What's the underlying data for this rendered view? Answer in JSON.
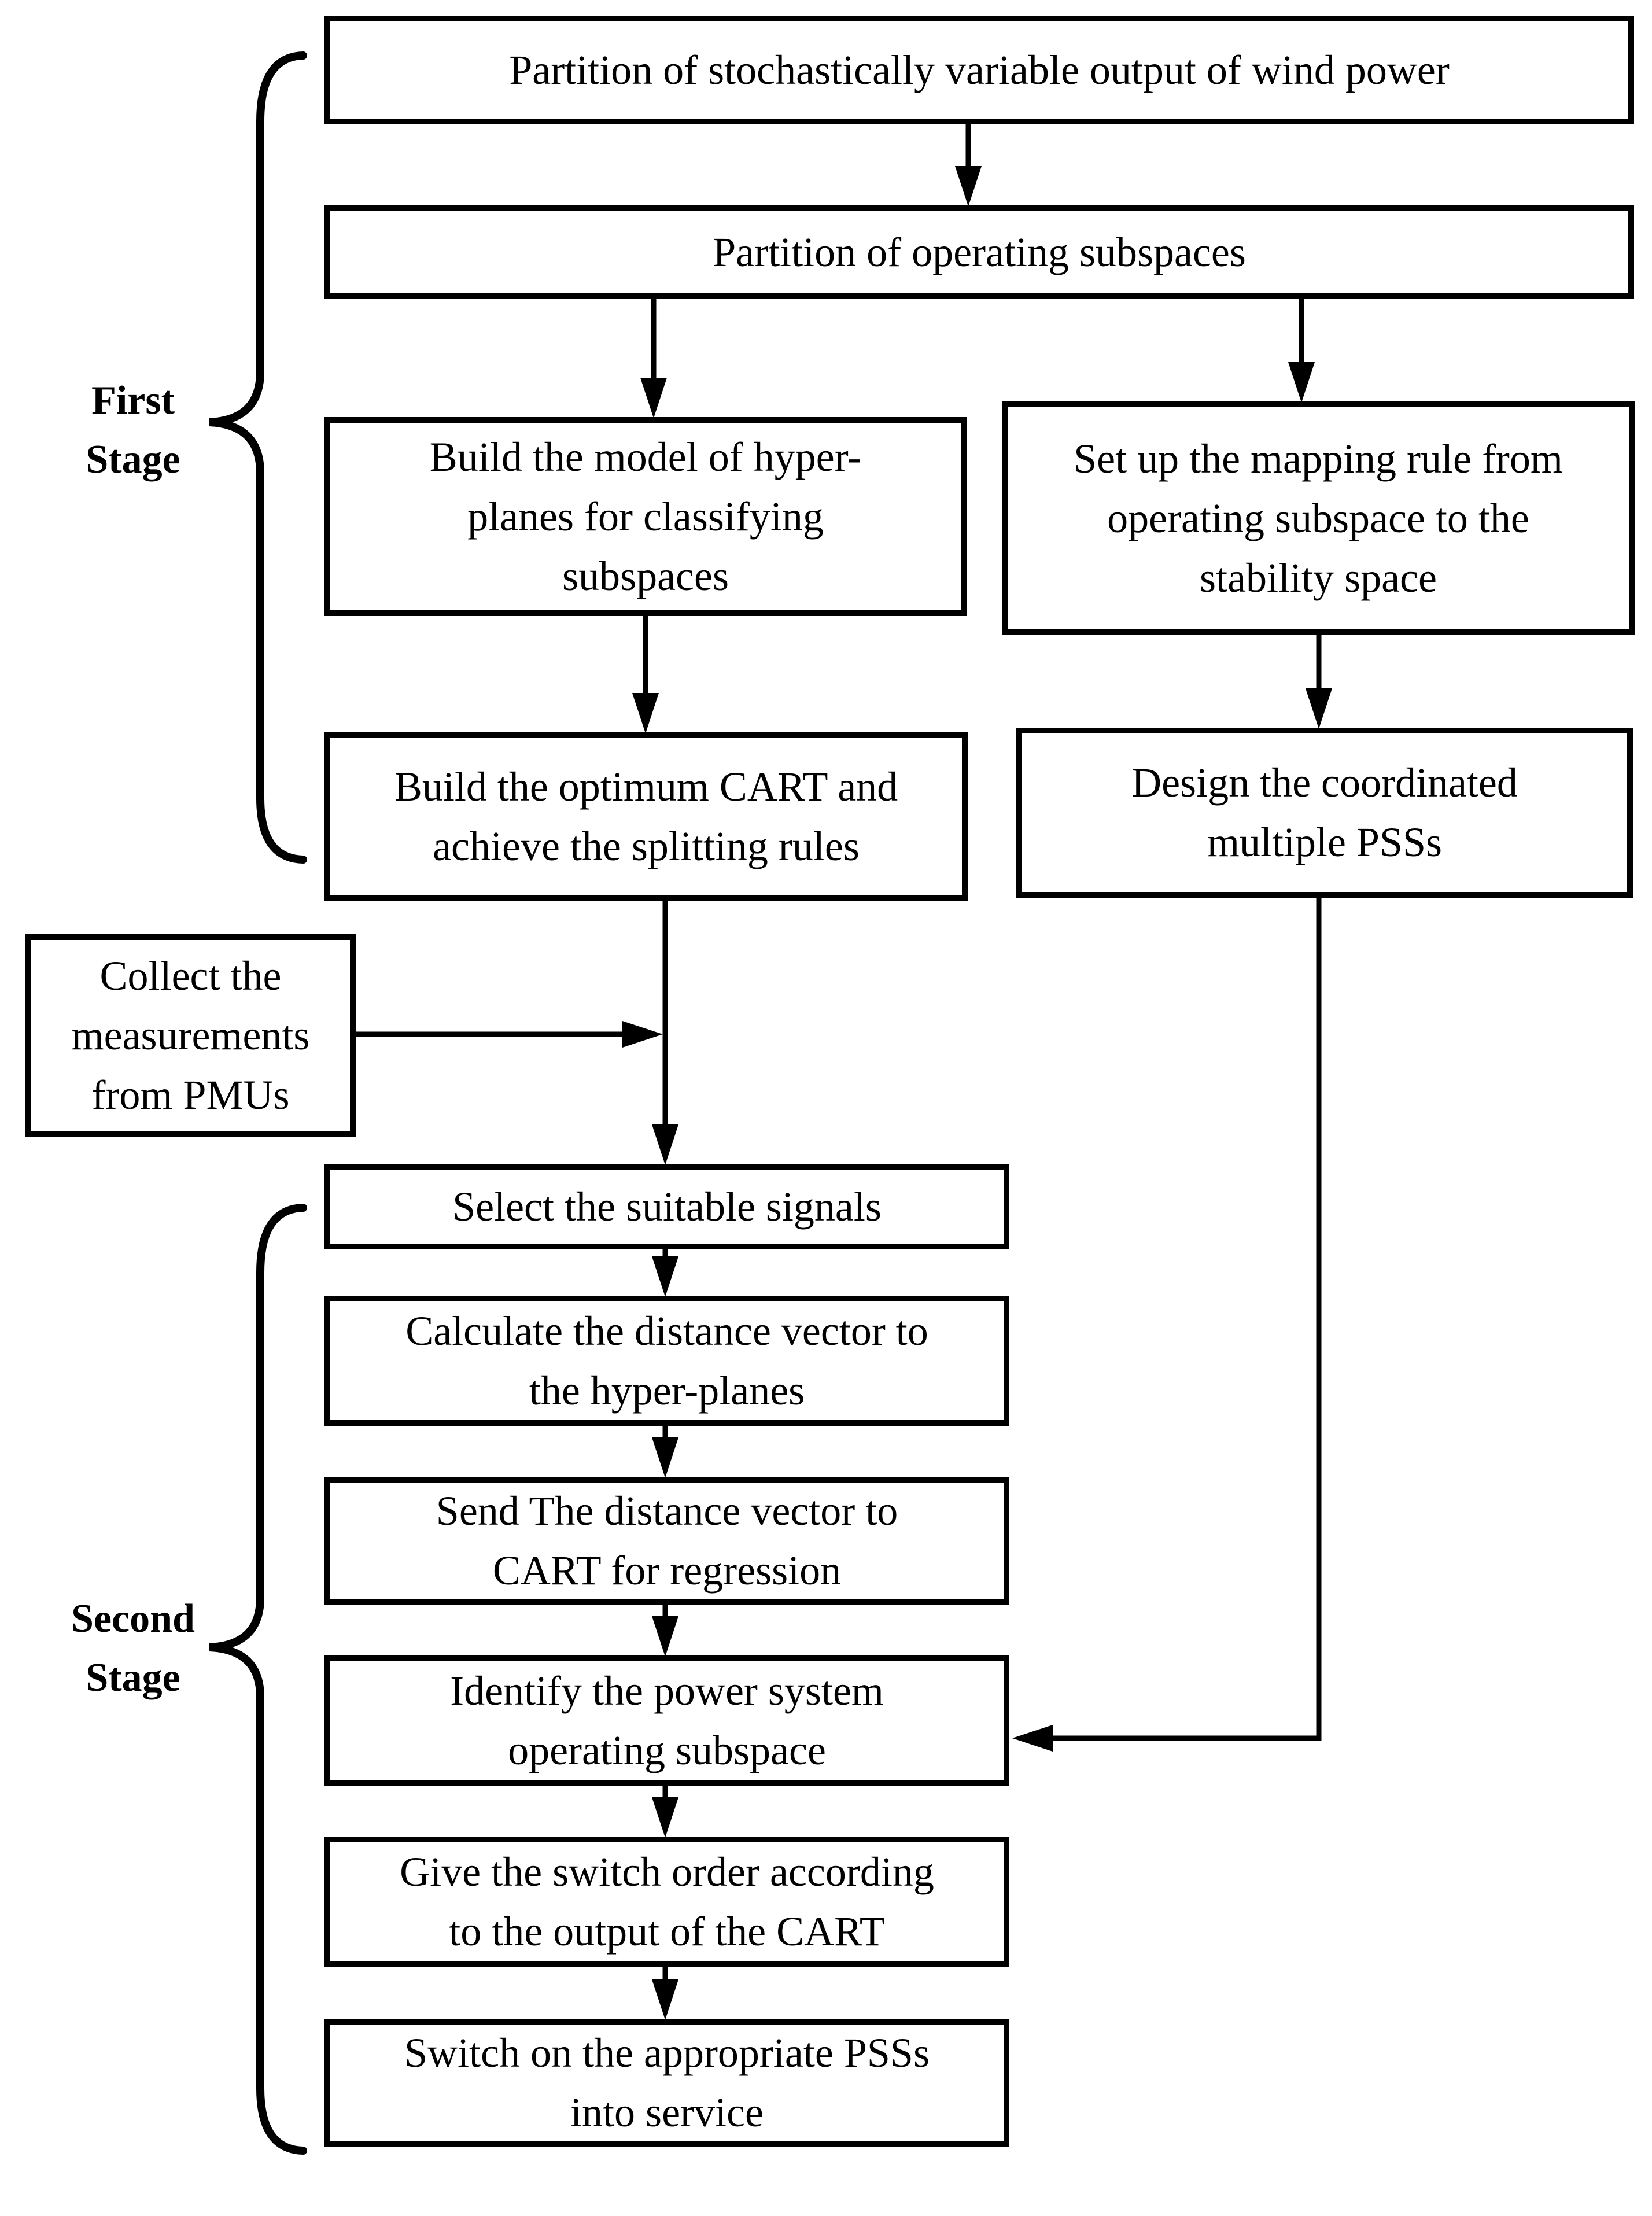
{
  "diagram": {
    "title": "Two-stage flowchart for coordinated PSS switching with wind power",
    "colors": {
      "line": "#000000",
      "background": "#ffffff",
      "text": "#000000"
    },
    "stage_labels": {
      "first": {
        "lines": [
          "First",
          "Stage"
        ]
      },
      "second": {
        "lines": [
          "Second",
          "Stage"
        ]
      }
    },
    "boxes": {
      "box1": {
        "lines": [
          "Partition of stochastically variable output of wind power"
        ]
      },
      "box2": {
        "lines": [
          "Partition of operating subspaces"
        ]
      },
      "box3": {
        "lines": [
          "Build the model of hyper-",
          "planes for classifying",
          "subspaces"
        ]
      },
      "box4": {
        "lines": [
          "Set up the mapping rule from",
          "operating subspace to the",
          "stability space"
        ]
      },
      "box5": {
        "lines": [
          "Build the optimum CART and",
          "achieve the splitting rules"
        ]
      },
      "box6": {
        "lines": [
          "Design the coordinated",
          "multiple PSSs"
        ]
      },
      "box7": {
        "lines": [
          "Collect the",
          "measurements",
          "from PMUs"
        ]
      },
      "box8": {
        "lines": [
          "Select the suitable signals"
        ]
      },
      "box9": {
        "lines": [
          "Calculate the distance vector to",
          "the hyper-planes"
        ]
      },
      "box10": {
        "lines": [
          "Send The distance vector to",
          "CART for regression"
        ]
      },
      "box11": {
        "lines": [
          "Identify the power system",
          "operating subspace"
        ]
      },
      "box12": {
        "lines": [
          "Give the switch order according",
          "to the output of the CART"
        ]
      },
      "box13": {
        "lines": [
          "Switch on the appropriate PSSs",
          "into service"
        ]
      }
    }
  }
}
